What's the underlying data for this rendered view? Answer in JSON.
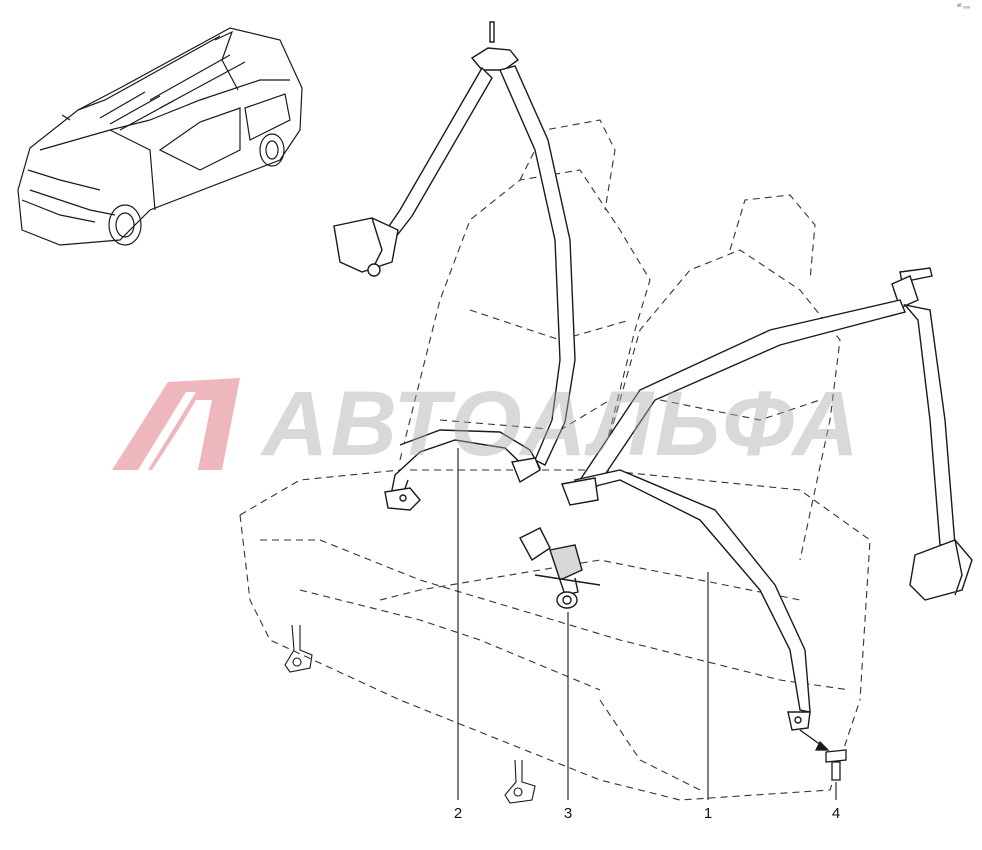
{
  "watermark": {
    "brand": "АВТОАЛЬФА",
    "logo_color": "#e8a0a8",
    "text_color": "#aaaaaa"
  },
  "corner_mark": "ᵃᴮ ₒₒₒ",
  "callouts": [
    {
      "id": "1",
      "label": "1"
    },
    {
      "id": "2",
      "label": "2"
    },
    {
      "id": "3",
      "label": "3"
    },
    {
      "id": "4",
      "label": "4"
    }
  ],
  "colors": {
    "line": "#1a1a1a",
    "dashed": "#333333",
    "background": "#ffffff"
  }
}
